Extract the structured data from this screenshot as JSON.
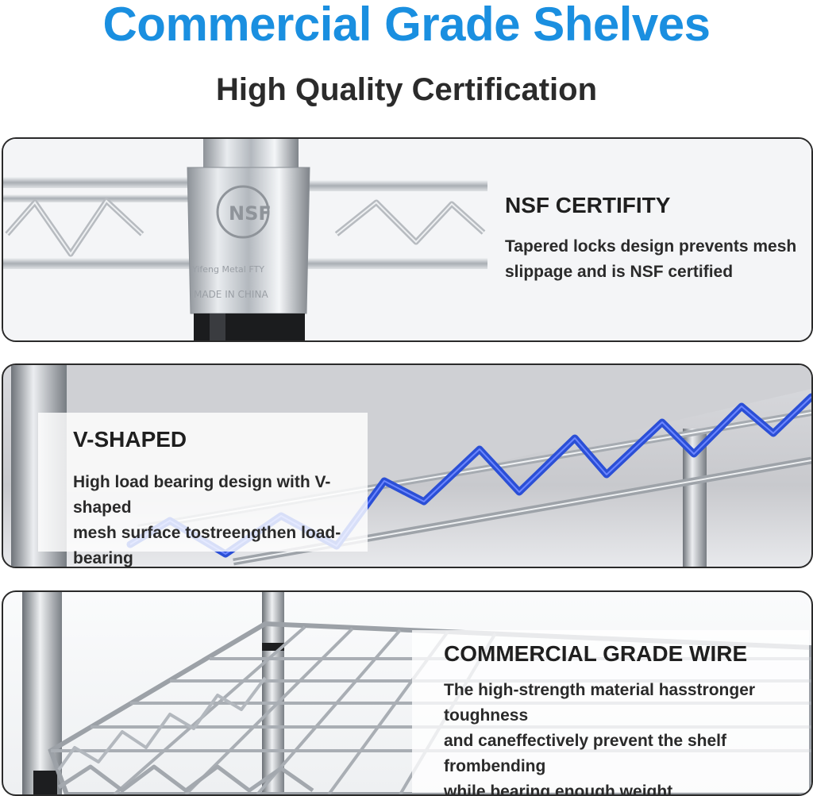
{
  "header": {
    "title": "Commercial Grade Shelves",
    "subtitle": "High Quality Certification"
  },
  "features": [
    {
      "heading": "NSF CERTIFITY",
      "lines": [
        "Tapered locks design prevents mesh",
        "slippage and is NSF certified"
      ]
    },
    {
      "heading": "V-SHAPED",
      "lines": [
        "High load bearing design with V-shaped",
        "mesh surface tostreengthen load-bearing"
      ]
    },
    {
      "heading": "COMMERCIAL GRADE WIRE",
      "lines": [
        "The high-strength material hasstronger toughness",
        "and caneffectively prevent the shelf frombending",
        "while bearing enough weight"
      ]
    }
  ],
  "product_marks": {
    "logo": "NSF",
    "stamp_line1": "Yifeng Metal FTY",
    "stamp_line2": "MADE IN CHINA"
  },
  "colors": {
    "title_blue": "#1a8fe0",
    "wire_blue": "#2b4fd6",
    "chrome": "#c0c4c9",
    "dark_text": "#2b2b2b"
  }
}
